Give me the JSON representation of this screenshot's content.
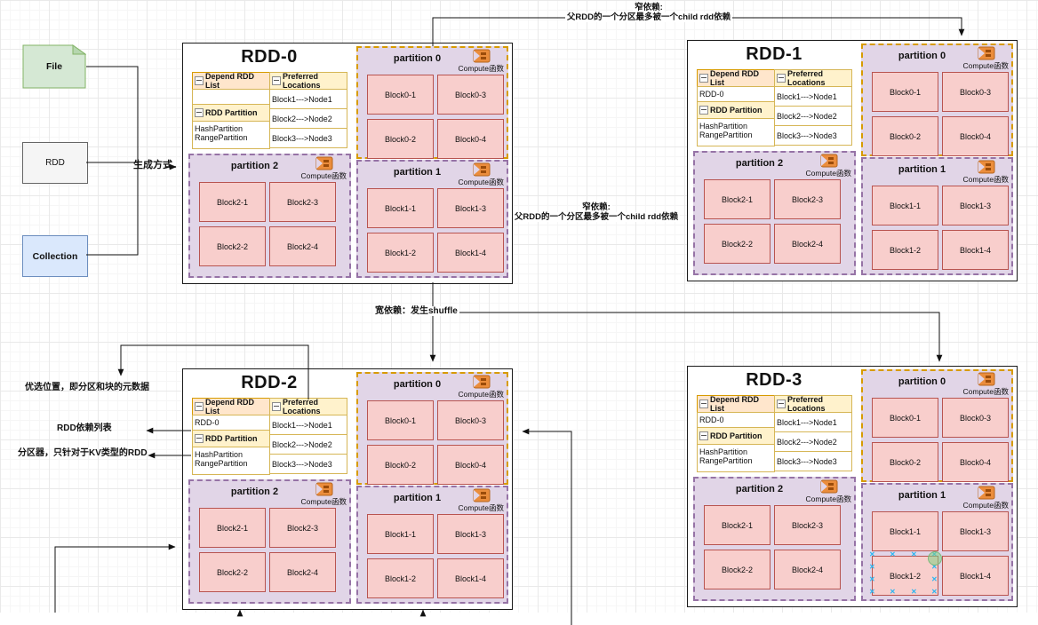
{
  "colors": {
    "partition_bg": "#E1D5E7",
    "partition_border_purple": "#9673A6",
    "partition_border_orange": "#D79B00",
    "block_bg": "#F8CECC",
    "block_border": "#B85450",
    "depend_header_bg": "#FFE6CC",
    "yellow_header_bg": "#FFF2CC",
    "file_bg": "#D5E8D4",
    "collection_bg": "#DAE8FC",
    "selection_handle": "#29B6F2"
  },
  "sources": {
    "file": "File",
    "rdd": "RDD",
    "collection": "Collection"
  },
  "annotations": {
    "generate": "生成方式",
    "narrow_top_1": "窄依赖:",
    "narrow_top_2": "父RDD的一个分区最多被一个child rdd依赖",
    "narrow_mid_1": "窄依赖:",
    "narrow_mid_2": "父RDD的一个分区最多被一个child rdd依赖",
    "wide": "宽依赖：发生shuffle",
    "preferred_note": "优选位置，即分区和块的元数据",
    "depend_note": "RDD依赖列表",
    "partitioner_note": "分区器，只针对于KV类型的RDD"
  },
  "table": {
    "depend_header": "Depend RDD List",
    "preferred_header": "Preferred Locations",
    "partition_header": "RDD Partition",
    "partitioner_1": "HashPartition",
    "partitioner_2": "RangePartition",
    "locations": [
      "Block1--->Node1",
      "Block2--->Node2",
      "Block3--->Node3"
    ]
  },
  "partition_labels": {
    "p0": "partition 0",
    "p1": "partition 1",
    "p2": "partition 2"
  },
  "compute_label": "Compute函数",
  "blocks": {
    "p0": [
      "Block0-1",
      "Block0-3",
      "Block0-2",
      "Block0-4"
    ],
    "p1": [
      "Block1-1",
      "Block1-3",
      "Block1-2",
      "Block1-4"
    ],
    "p2": [
      "Block2-1",
      "Block2-3",
      "Block2-2",
      "Block2-4"
    ]
  },
  "rdds": [
    {
      "title": "RDD-0",
      "depend": ""
    },
    {
      "title": "RDD-1",
      "depend": "RDD-0"
    },
    {
      "title": "RDD-2",
      "depend": "RDD-0"
    },
    {
      "title": "RDD-3",
      "depend": "RDD-0"
    }
  ]
}
